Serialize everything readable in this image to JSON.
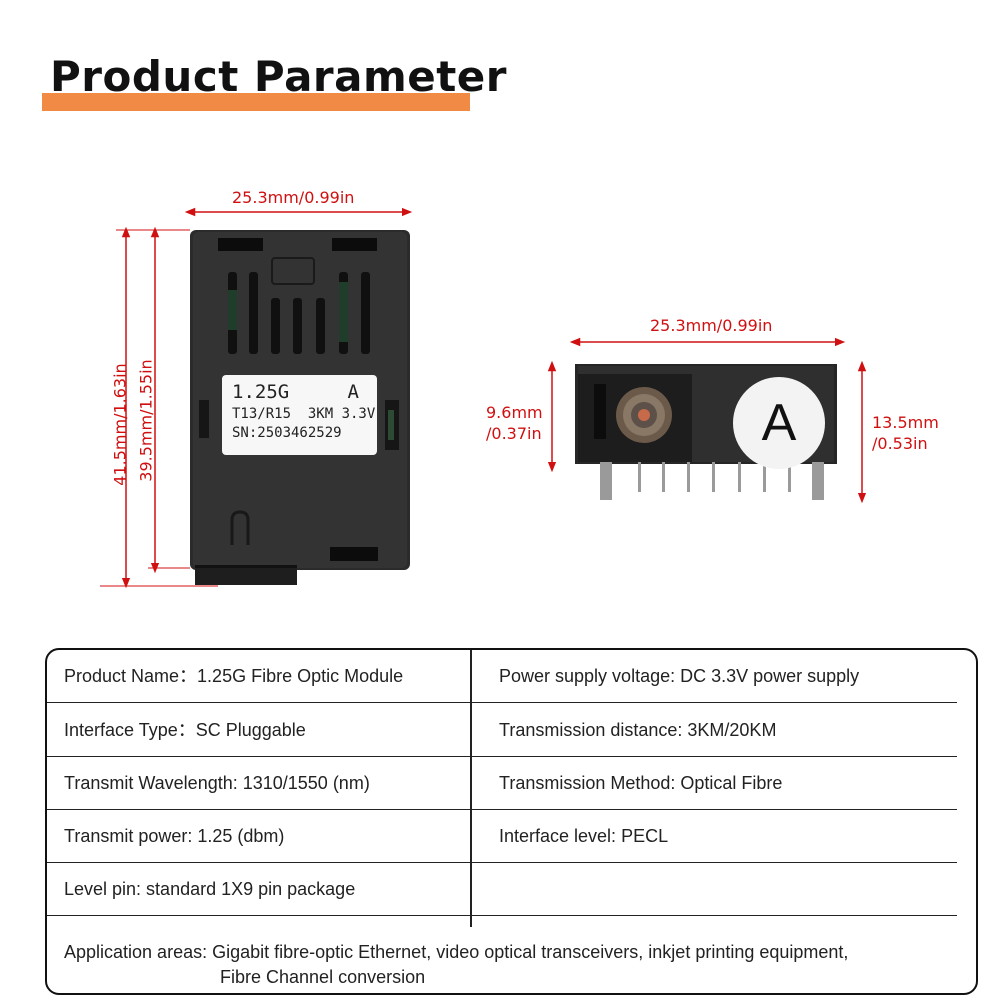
{
  "header": {
    "title": "Product Parameter"
  },
  "dimensions": {
    "front_width": "25.3mm/0.99in",
    "front_height_outer": "41.5mm/1.63in",
    "front_height_inner": "39.5mm/1.55in",
    "side_width": "25.3mm/0.99in",
    "side_height_left_mm": "9.6mm",
    "side_height_left_in": "/0.37in",
    "side_height_right_mm": "13.5mm",
    "side_height_right_in": "/0.53in"
  },
  "module_label": {
    "speed": "1.25G",
    "variant": "A",
    "spec": "T13/R15  3KM 3.3V",
    "serial": "SN:2503462529"
  },
  "side_badge": "A",
  "colors": {
    "accent": "#f08a44",
    "dimension": "#d01010",
    "module": "#2a2a2a"
  },
  "parameters": {
    "rows": [
      {
        "left": "Product Name：1.25G Fibre Optic Module",
        "right": "Power supply voltage: DC 3.3V power supply"
      },
      {
        "left": "Interface Type：SC Pluggable",
        "right": "Transmission distance: 3KM/20KM"
      },
      {
        "left": "Transmit Wavelength: 1310/1550 (nm)",
        "right": "Transmission Method: Optical Fibre"
      },
      {
        "left": "Transmit power: 1.25 (dbm)",
        "right": "Interface level: PECL"
      },
      {
        "left": "Level pin: standard 1X9 pin package",
        "right": ""
      }
    ],
    "application_line1": "Application areas: Gigabit fibre-optic Ethernet, video optical transceivers, inkjet printing equipment,",
    "application_line2": "Fibre Channel conversion"
  }
}
